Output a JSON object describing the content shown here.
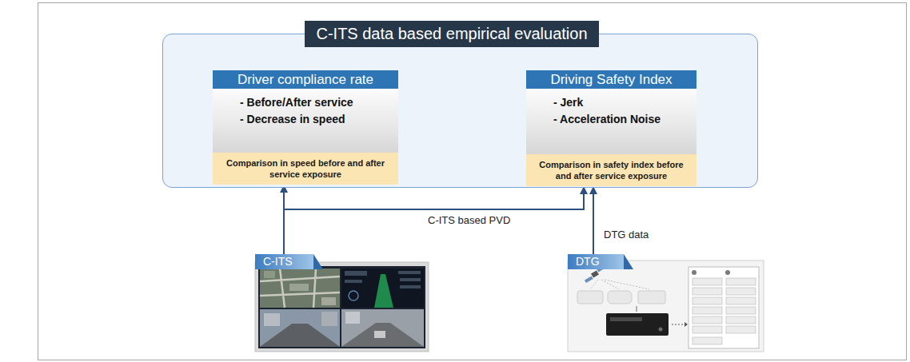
{
  "diagram": {
    "nodes": [
      {
        "text": [
          "C-ITS data based empirical evaluation"
        ]
      },
      {
        "text": [
          "Driver compliance rate",
          "- Before/After service",
          "- Decrease in speed",
          "Comparison in speed before and after service exposure"
        ],
        "in": 0
      },
      {
        "text": [
          "Driving Safety Index",
          "- Jerk",
          "- Acceleration Noise",
          "Comparison in safety index before and after service exposure"
        ],
        "in": 0
      },
      {
        "text": [
          "C-ITS"
        ]
      },
      {
        "text": [
          "DTG"
        ]
      }
    ],
    "edges": [
      {
        "from": 3,
        "to": 1,
        "arrow": "to"
      },
      {
        "from": 3,
        "to": 2,
        "arrow": "to",
        "label": "C-ITS based PVD"
      },
      {
        "from": 4,
        "to": 2,
        "arrow": "to",
        "label": "DTG data"
      }
    ]
  }
}
